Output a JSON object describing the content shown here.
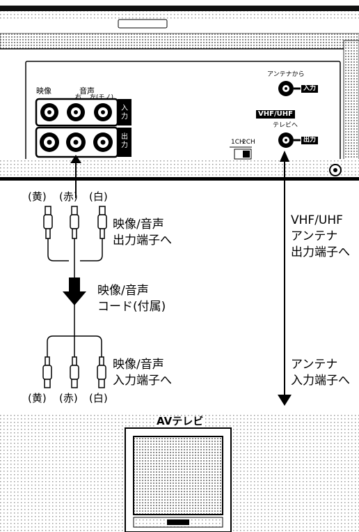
{
  "vcr_panel": {
    "video_label": "映像",
    "audio_label": "音声",
    "right_label": "右",
    "left_mono_label": "左(モノ)",
    "input_label": "入力",
    "output_label": "出力",
    "antenna_from_label": "アンテナから",
    "antenna_in_badge": "入力",
    "vhf_uhf_badge": "VHF/UHF",
    "to_tv_label": "テレビへ",
    "antenna_out_badge": "出力",
    "ch1_label": "1CH",
    "ch2_label": "2CH"
  },
  "av_cable": {
    "top_colors": [
      "(黄)",
      "(赤)",
      "(白)"
    ],
    "top_terminal_text": "映像/音声\n出力端子へ",
    "cord_text": "映像/音声\nコード(付属)",
    "bottom_terminal_text": "映像/音声\n入力端子へ",
    "bottom_colors": [
      "(黄)",
      "(赤)",
      "(白)"
    ]
  },
  "antenna_cable": {
    "vhf_uhf_text": "VHF/UHF\nアンテナ\n出力端子へ",
    "antenna_input_text": "アンテナ\n入力端子へ"
  },
  "tv": {
    "title": "AVテレビ"
  }
}
